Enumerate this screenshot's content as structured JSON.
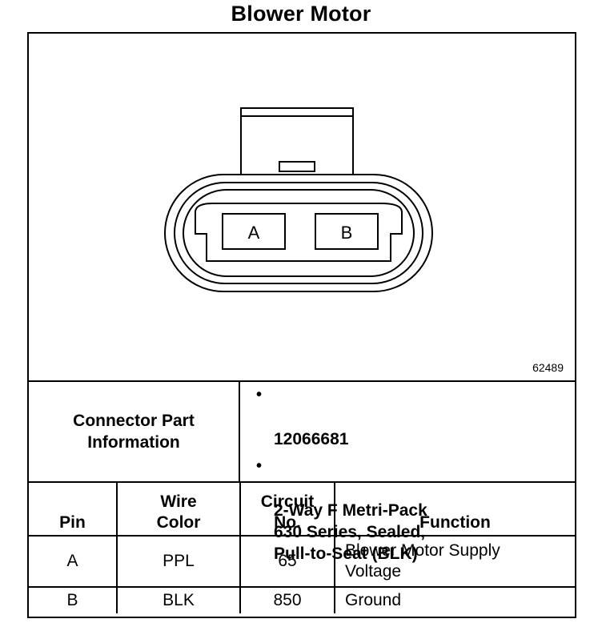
{
  "title": "Blower Motor",
  "figure_number": "62489",
  "connector": {
    "pin_labels": [
      "A",
      "B"
    ]
  },
  "connector_info": {
    "label": "Connector Part\nInformation",
    "bullet": "•",
    "items": [
      "12066681",
      "2-Way F Metri-Pack\n630 Series, Sealed,\nPull-to-Seat (BLK)"
    ]
  },
  "table": {
    "headers": [
      "Pin",
      "Wire\nColor",
      "Circuit\nNo.",
      "Function"
    ],
    "rows": [
      {
        "pin": "A",
        "wire_color": "PPL",
        "circuit": "65",
        "function": "Blower Motor Supply\nVoltage"
      },
      {
        "pin": "B",
        "wire_color": "BLK",
        "circuit": "850",
        "function": "Ground"
      }
    ]
  }
}
